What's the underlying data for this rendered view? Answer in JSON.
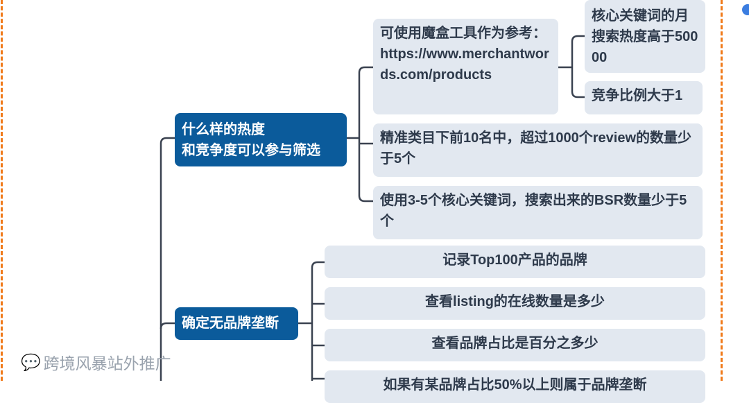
{
  "topics": [
    {
      "label_line1": "什么样的热度",
      "label_line2": "和竞争度可以参与筛选",
      "children": [
        {
          "label": "可使用魔盒工具作为参考：https://www.merchantwords.com/products",
          "children": [
            {
              "label": "核心关键词的月搜索热度高于50000"
            },
            {
              "label": "竞争比例大于1"
            }
          ]
        },
        {
          "label": "精准类目下前10名中，超过1000个review的数量少于5个"
        },
        {
          "label": "使用3-5个核心关键词，搜索出来的BSR数量少于5个"
        }
      ]
    },
    {
      "label": "确定无品牌垄断",
      "children": [
        {
          "label": "记录Top100产品的品牌"
        },
        {
          "label": "查看listing的在线数量是多少"
        },
        {
          "label": "查看品牌占比是百分之多少"
        },
        {
          "label": "如果有某品牌占比50%以上则属于品牌垄断"
        }
      ]
    }
  ],
  "watermark": "跨境风暴站外推广",
  "colors": {
    "topic": "#0b5b9b",
    "subtopic": "#e2e8f0",
    "line": "#3a4250",
    "border": "#f07a1a"
  }
}
